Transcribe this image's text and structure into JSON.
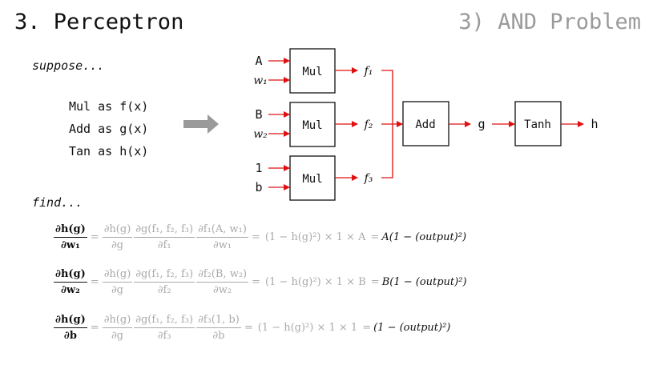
{
  "header": {
    "title": "3. Perceptron",
    "subtitle": "3) AND Problem"
  },
  "left": {
    "suppose": "suppose...",
    "definitions": [
      "Mul as f(x)",
      "Add as g(x)",
      "Tan as h(x)"
    ],
    "find": "find..."
  },
  "diagram": {
    "inputs": [
      "A",
      "w₁",
      "B",
      "w₂",
      "1",
      "b"
    ],
    "mul_label": "Mul",
    "f_labels": [
      "f₁",
      "f₂",
      "f₃"
    ],
    "add_label": "Add",
    "g_label": "g",
    "tanh_label": "Tanh",
    "h_label": "h",
    "colors": {
      "arrow": "#e01010",
      "box": "#111111",
      "big_arrow": "#9a9a9a"
    }
  },
  "equations": [
    {
      "lhs_num": "∂h(g)",
      "lhs_den": "∂w₁",
      "t1_num": "∂h(g)",
      "t1_den": "∂g",
      "t2_num": "∂g(f₁, f₂, f₃)",
      "t2_den": "∂f₁",
      "t3_num": "∂f₁(A, w₁)",
      "t3_den": "∂w₁",
      "expr": "(1 − h(g)²) × 1 × A",
      "result": "A(1 − (output)²)"
    },
    {
      "lhs_num": "∂h(g)",
      "lhs_den": "∂w₂",
      "t1_num": "∂h(g)",
      "t1_den": "∂g",
      "t2_num": "∂g(f₁, f₂, f₃)",
      "t2_den": "∂f₂",
      "t3_num": "∂f₂(B, w₂)",
      "t3_den": "∂w₂",
      "expr": "(1 − h(g)²) × 1 × B",
      "result": "B(1 − (output)²)"
    },
    {
      "lhs_num": "∂h(g)",
      "lhs_den": "∂b",
      "t1_num": "∂h(g)",
      "t1_den": "∂g",
      "t2_num": "∂g(f₁, f₂, f₃)",
      "t2_den": "∂f₃",
      "t3_num": "∂f₃(1, b)",
      "t3_den": "∂b",
      "expr": "(1 − h(g)²) × 1 × 1",
      "result": "(1 − (output)²)"
    }
  ]
}
